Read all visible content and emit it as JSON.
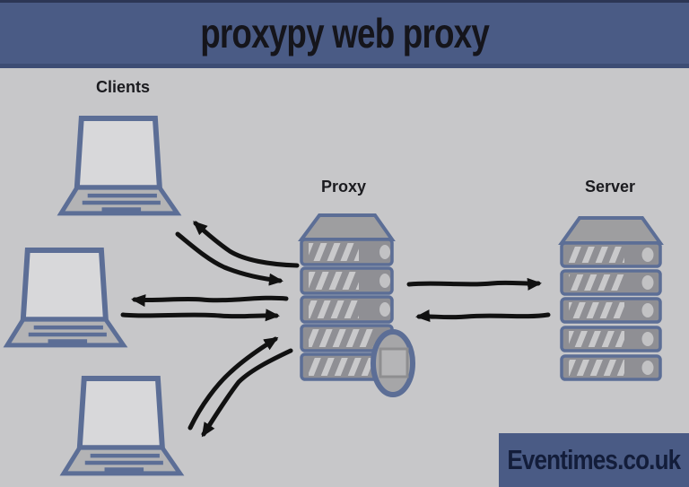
{
  "title": "proxypy web proxy",
  "watermark": "Eventimes.co.uk",
  "labels": {
    "clients": "Clients",
    "proxy": "Proxy",
    "server": "Server"
  },
  "diagram": {
    "client_count": 3,
    "nodes": [
      "Clients",
      "Proxy",
      "Server"
    ],
    "connections": [
      {
        "from": "Proxy",
        "to": "Client 1",
        "style": "hand-drawn arrow"
      },
      {
        "from": "Client 1",
        "to": "Proxy",
        "style": "hand-drawn arrow"
      },
      {
        "from": "Proxy",
        "to": "Client 2",
        "style": "hand-drawn arrow"
      },
      {
        "from": "Client 2",
        "to": "Proxy",
        "style": "hand-drawn arrow"
      },
      {
        "from": "Proxy",
        "to": "Client 3",
        "style": "hand-drawn arrow"
      },
      {
        "from": "Client 3",
        "to": "Proxy",
        "style": "hand-drawn arrow"
      },
      {
        "from": "Proxy",
        "to": "Server",
        "style": "hand-drawn arrow"
      },
      {
        "from": "Server",
        "to": "Proxy",
        "style": "hand-drawn arrow"
      }
    ]
  },
  "colors": {
    "banner": "#4a5b85",
    "banner-edge": "#3d4d74",
    "background": "#c7c7c9",
    "outline": "#5c6e96",
    "arrow": "#111111",
    "label": "#1b1b1f",
    "title": "#15151b",
    "watermark": "#131d3a"
  }
}
